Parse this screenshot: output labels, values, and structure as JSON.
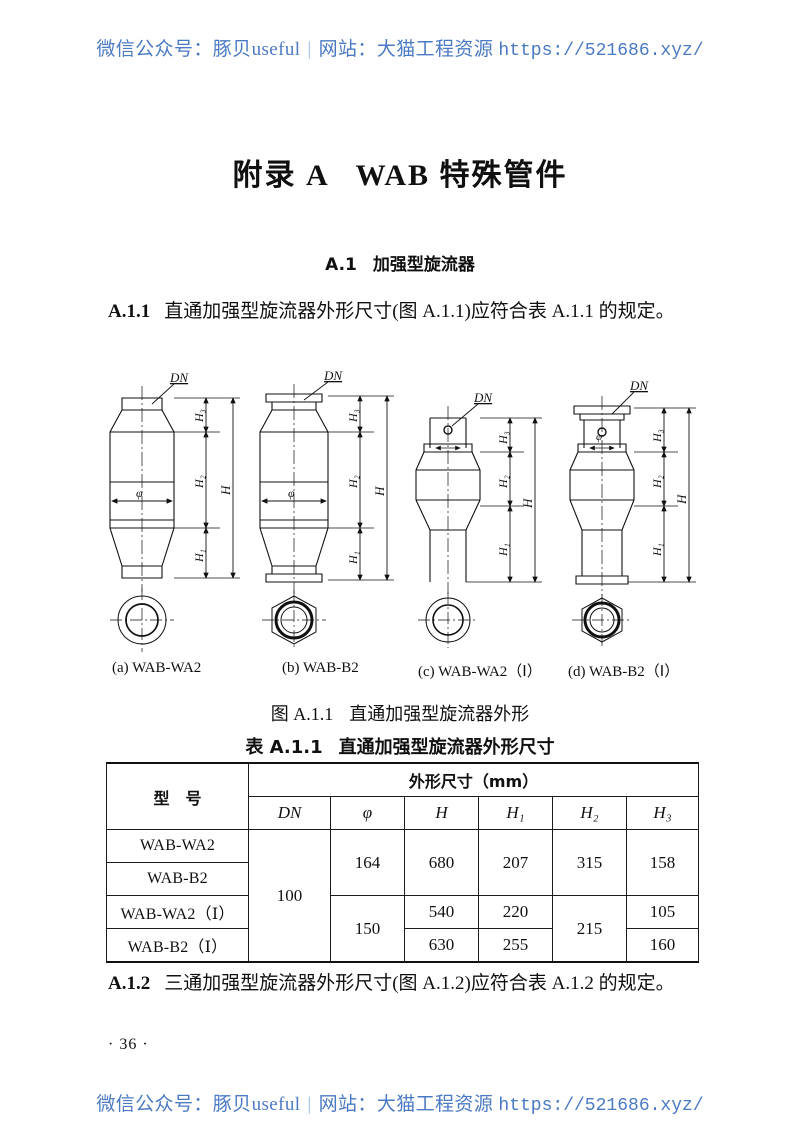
{
  "watermark": {
    "wechat_label": "微信公众号：",
    "wechat_name": "豚贝useful",
    "separator": "|",
    "site_label": "网站：",
    "site_name": "大猫工程资源",
    "url": "https://521686.xyz/",
    "color": "#4b7ac4"
  },
  "document": {
    "appendix_title_cn": "附录 A",
    "appendix_title_en": "WAB 特殊管件",
    "section_number": "A.1",
    "section_title": "加强型旋流器",
    "page_number": "· 36 ·"
  },
  "paragraphs": [
    {
      "number": "A.1.1",
      "text": "直通加强型旋流器外形尺寸(图 A.1.1)应符合表 A.1.1 的规定。"
    },
    {
      "number": "A.1.2",
      "text": "三通加强型旋流器外形尺寸(图 A.1.2)应符合表 A.1.2 的规定。"
    }
  ],
  "figure": {
    "caption_label": "图 A.1.1",
    "caption_text": "直通加强型旋流器外形",
    "dimension_labels": {
      "dn": "DN",
      "phi": "φ",
      "h": "H",
      "h1": "H₁",
      "h2": "H₂",
      "h3": "H₃"
    },
    "items": [
      {
        "key": "a",
        "label": "(a) WAB-WA2",
        "type": "plain-end",
        "plan": "concentric-circles"
      },
      {
        "key": "b",
        "label": "(b) WAB-B2",
        "type": "flanged",
        "plan": "hex-flange"
      },
      {
        "key": "c",
        "label": "(c) WAB-WA2（Ⅰ）",
        "type": "plain-end",
        "plan": "concentric-circles"
      },
      {
        "key": "d",
        "label": "(d) WAB-B2（Ⅰ）",
        "type": "flanged",
        "plan": "hex-flange"
      }
    ]
  },
  "table": {
    "caption_label": "表 A.1.1",
    "caption_text": "直通加强型旋流器外形尺寸",
    "model_header": "型　号",
    "group_header": "外形尺寸（mm）",
    "columns": [
      "DN",
      "φ",
      "H",
      "H₁",
      "H₂",
      "H₃"
    ],
    "rows": [
      {
        "model": "WAB-WA2",
        "DN": "100",
        "phi": "164",
        "H": "680",
        "H1": "207",
        "H2": "315",
        "H3": "158"
      },
      {
        "model": "WAB-B2",
        "DN": "100",
        "phi": "164",
        "H": "680",
        "H1": "207",
        "H2": "315",
        "H3": "158"
      },
      {
        "model": "WAB-WA2（Ⅰ）",
        "DN": "100",
        "phi": "150",
        "H": "540",
        "H1": "220",
        "H2": "215",
        "H3": "105"
      },
      {
        "model": "WAB-B2（Ⅰ）",
        "DN": "100",
        "phi": "150",
        "H": "630",
        "H1": "255",
        "H2": "215",
        "H3": "160"
      }
    ],
    "merged": {
      "DN": "100 spans all four rows",
      "phi_164": "rows 1-2",
      "phi_150": "rows 3-4",
      "H_680": "rows 1-2",
      "H1_207": "rows 1-2",
      "H2_315": "rows 1-2",
      "H3_158": "rows 1-2",
      "H2_215": "rows 3-4"
    },
    "values": {
      "dn_100": "100",
      "phi_164": "164",
      "phi_150": "150",
      "h_680": "680",
      "h_540": "540",
      "h_630": "630",
      "h1_207": "207",
      "h1_220": "220",
      "h1_255": "255",
      "h2_315": "315",
      "h2_215": "215",
      "h3_158": "158",
      "h3_105": "105",
      "h3_160": "160"
    }
  }
}
